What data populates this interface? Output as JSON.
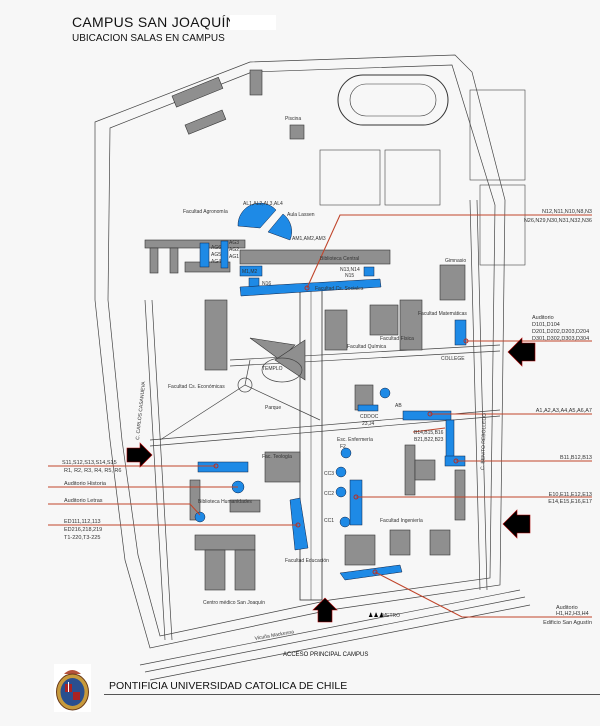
{
  "header": {
    "title": "CAMPUS  SAN JOAQUÍN",
    "subtitle": "UBICACION  SALAS  EN  CAMPUS"
  },
  "colors": {
    "classroom_blue": "#1e8ae6",
    "leader_red": "#c0452b",
    "building_gray": "#8f8f8f"
  },
  "map": {
    "buildings": {
      "piscina": "Piscina",
      "al": "AL1,AL2,AL3,AL4",
      "aula": "Aula Lassen",
      "am": "AM1,AM2,AM3",
      "agronomia": "Facultad Agronomía",
      "ag_a": "AG6",
      "ag_b": "AG5",
      "ag_c": "AG4",
      "ag_d": "AG3",
      "ag_e": "AG2",
      "ag_f": "AG1",
      "biblioteca": "Biblioteca Central",
      "m": "M1,M2",
      "n16": "N16",
      "n13": "N13,N14",
      "n15": "N15",
      "sociales": "Facultad Cs. Sociales",
      "gimnasio": "Gimnasio",
      "matematicas": "Facultad Matemáticas",
      "fisica": "Facultad Física",
      "quimica": "Facultad Química",
      "college": "COLLEGE",
      "templo": "TEMPLO",
      "economicas": "Facultad Cs. Económicas",
      "parque": "Parque",
      "ab": "AB",
      "cddoc": "CDDOC",
      "cddoc2": "23,J4",
      "enfermeria": "Esc. Enfermería",
      "f2": "F2",
      "b_a": "B14,B15,B16",
      "b_b": "B21,B22,B23",
      "teologia": "Fac. Teología",
      "humanidades": "Biblioteca Humanidades",
      "educacion": "Facultad Educación",
      "ingenieria": "Facultad Ingeniería",
      "cc3": "CC3",
      "cc2": "CC2",
      "cc1": "CC1",
      "centro_medico": "Centro médico San Joaquín",
      "metro": "METRO",
      "av": "Vicuña Mackenna",
      "calle_izq": "C. CARLOS CASANUEVA",
      "calle_der": "C. BENITO REBOLLEDO"
    },
    "labels_right": [
      {
        "lines": [
          "N12,N11,N10,N8,N3",
          "N26,N29,N30,N31,N32,N36"
        ]
      },
      {
        "lines": [
          "Auditorio",
          "D101,D104",
          "D201,D202,D203,D204",
          "D301,D302,D303,D304"
        ]
      },
      {
        "lines": [
          "A1,A2,A3,A4,A5,A6,A7"
        ]
      },
      {
        "lines": [
          "B11,B12,B13"
        ]
      },
      {
        "lines": [
          "E10,E11,E12,E13",
          "E14,E15,E16,E17"
        ]
      },
      {
        "lines": [
          "Auditorio",
          "H1,H2,H3,H4",
          "Edificio San Agustín"
        ]
      }
    ],
    "labels_left": [
      {
        "lines": [
          "S11,S12,S13,S14,S15",
          "R1, R2, R3, R4, R5, R6"
        ]
      },
      {
        "lines": [
          "Auditorio Historia"
        ]
      },
      {
        "lines": [
          "Auditorio Letras"
        ]
      },
      {
        "lines": [
          "ED111,112,113",
          "ED216,218,219",
          "T1-220,T3-225"
        ]
      }
    ],
    "entrances": [
      "left",
      "right-upper",
      "right-lower",
      "main-south"
    ]
  },
  "footer": {
    "access": "ACCESO PRINCIPAL CAMPUS",
    "university": "PONTIFICIA UNIVERSIDAD CATOLICA DE CHILE"
  }
}
